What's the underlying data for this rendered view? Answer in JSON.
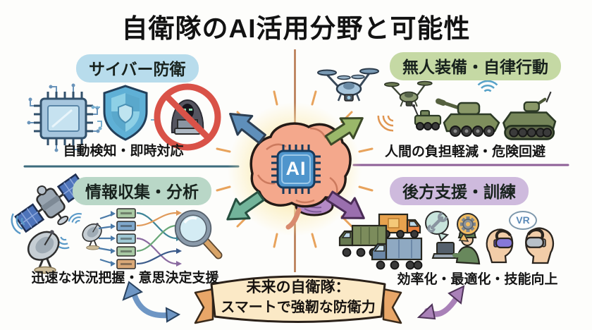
{
  "title": "自衛隊のAI活用分野と可能性",
  "center": {
    "chip_label": "AI"
  },
  "quadrants": {
    "cyber": {
      "label": "サイバー防衛",
      "caption": "自動検知・即時対応"
    },
    "unmanned": {
      "label": "無人装備・自律行動",
      "caption": "人間の負担軽減・危険回避"
    },
    "intel": {
      "label": "情報収集・分析",
      "caption": "迅速な状況把握・意思決定支援"
    },
    "logistics": {
      "label": "後方支援・訓練",
      "caption": "効率化・最適化・技能向上"
    }
  },
  "banner": {
    "line1": "未来の自衛隊：",
    "line2": "スマートで強靭な防衛力"
  },
  "labels": {
    "vr_bubble": "VR"
  },
  "colors": {
    "pill-cyber": "#b8dcec",
    "pill-unmanned": "#c5d9a4",
    "pill-intel": "#b9d7c7",
    "pill-logistics": "#cebadd",
    "arrow-cyber": "#5f8fba",
    "arrow-unmanned": "#9ab86a",
    "arrow-intel": "#72b49a",
    "arrow-logistics": "#9a6fae",
    "conn-blue": "#6e96c4",
    "conn-purple": "#a981b8",
    "divider-left": "#3d6b7d",
    "divider-right": "#8e5f97",
    "divider-vertical": "#b5754a",
    "banner-fill": "#fbe9c6",
    "banner-tail": "#e8a668"
  },
  "icon_names": [
    "cpu-chip-icon",
    "shield-icon",
    "hacker-blocked-icon",
    "drone-icon",
    "ugv-robot-icon",
    "tank-icon",
    "armored-vehicle-icon",
    "wifi-icon",
    "satellite-icon",
    "dish-antenna-icon",
    "data-flow-icon",
    "magnifier-icon",
    "truck-icon",
    "soldier-laptop-icon",
    "wrench-bubble-icon",
    "gear-bubble-icon",
    "vr-headset-person-icon",
    "ai-brain-icon",
    "banner-ribbon"
  ]
}
